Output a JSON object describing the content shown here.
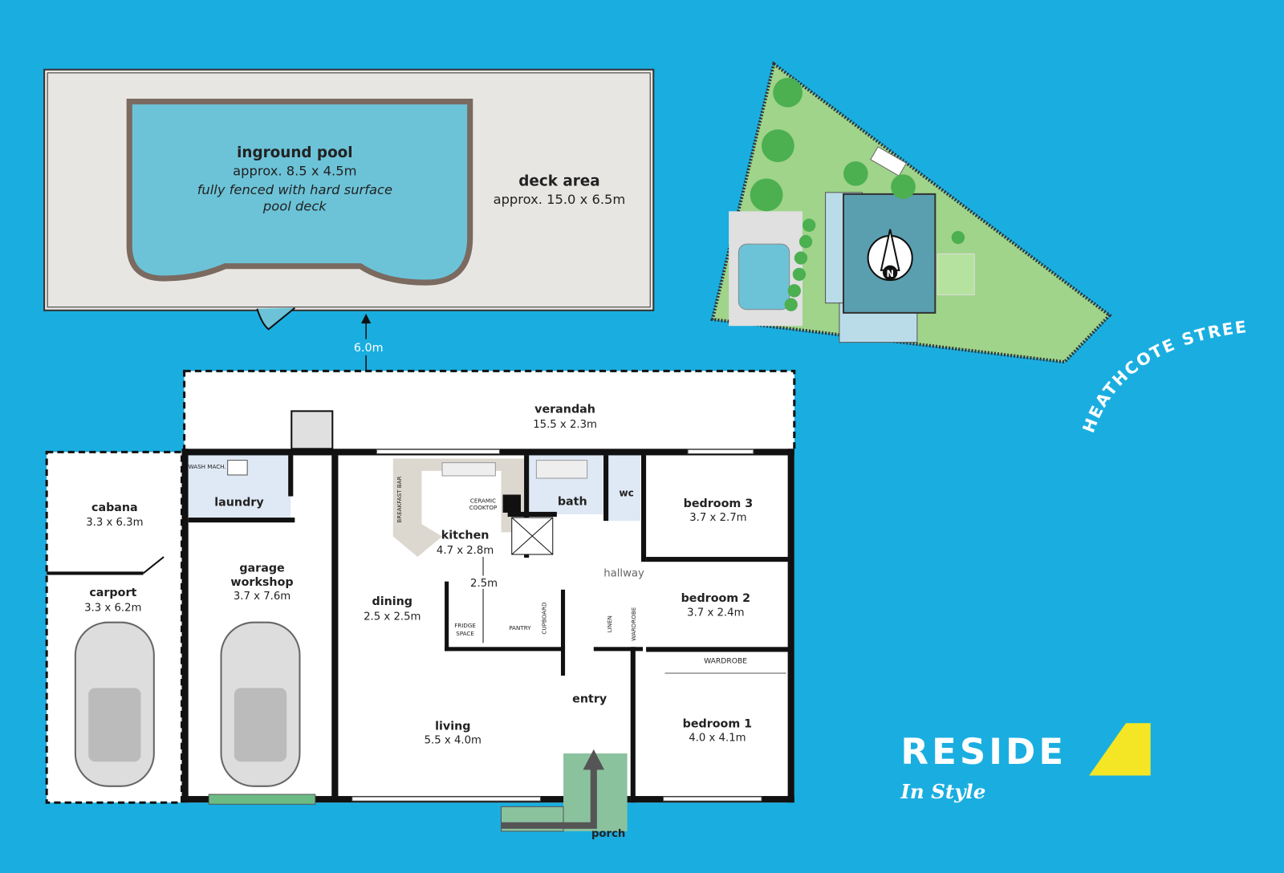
{
  "pool_area": {
    "pool_title": "inground pool",
    "pool_size": "approx. 8.5 x 4.5m",
    "pool_note_1": "fully fenced with hard surface",
    "pool_note_2": "pool deck",
    "deck_title": "deck area",
    "deck_size": "approx. 15.0 x 6.5m",
    "distance": "6.0m"
  },
  "site_plan": {
    "street": "HEATHCOTE STREET",
    "compass": "N"
  },
  "rooms": {
    "verandah": {
      "name": "verandah",
      "size": "15.5 x 2.3m"
    },
    "cabana": {
      "name": "cabana",
      "size": "3.3 x 6.3m"
    },
    "carport": {
      "name": "carport",
      "size": "3.3 x 6.2m"
    },
    "laundry": {
      "name": "laundry",
      "wash": "WASH MACH."
    },
    "garage": {
      "name1": "garage",
      "name2": "workshop",
      "size": "3.7 x 7.6m"
    },
    "kitchen": {
      "name": "kitchen",
      "size": "4.7 x 2.8m",
      "breakfast_bar": "BREAKFAST BAR",
      "cooktop1": "CERAMIC",
      "cooktop2": "COOKTOP",
      "height": "2.5m",
      "fridge1": "FRIDGE",
      "fridge2": "SPACE",
      "pantry": "PANTRY",
      "cupboard": "CUPBOARD"
    },
    "dining": {
      "name": "dining",
      "size": "2.5 x 2.5m"
    },
    "bath": {
      "name": "bath"
    },
    "wc": {
      "name": "wc"
    },
    "hallway": {
      "name": "hallway",
      "linen": "LINEN",
      "wardrobe": "WARDROBE"
    },
    "bedroom3": {
      "name": "bedroom 3",
      "size": "3.7 x 2.7m"
    },
    "bedroom2": {
      "name": "bedroom 2",
      "size": "3.7 x 2.4m"
    },
    "bedroom1": {
      "name": "bedroom 1",
      "size": "4.0 x 4.1m",
      "wardrobe": "WARDROBE"
    },
    "entry": {
      "name": "entry"
    },
    "living": {
      "name": "living",
      "size": "5.5 x 4.0m"
    },
    "porch": {
      "name": "porch"
    }
  },
  "logo": {
    "brand": "RESIDE",
    "tagline": "In Style"
  },
  "colors": {
    "background": "#1aaee0",
    "pool": "#6cc3d8",
    "deck": "#e8e6e3",
    "grass": "#9fd48a",
    "logo_yellow": "#f5e625"
  }
}
